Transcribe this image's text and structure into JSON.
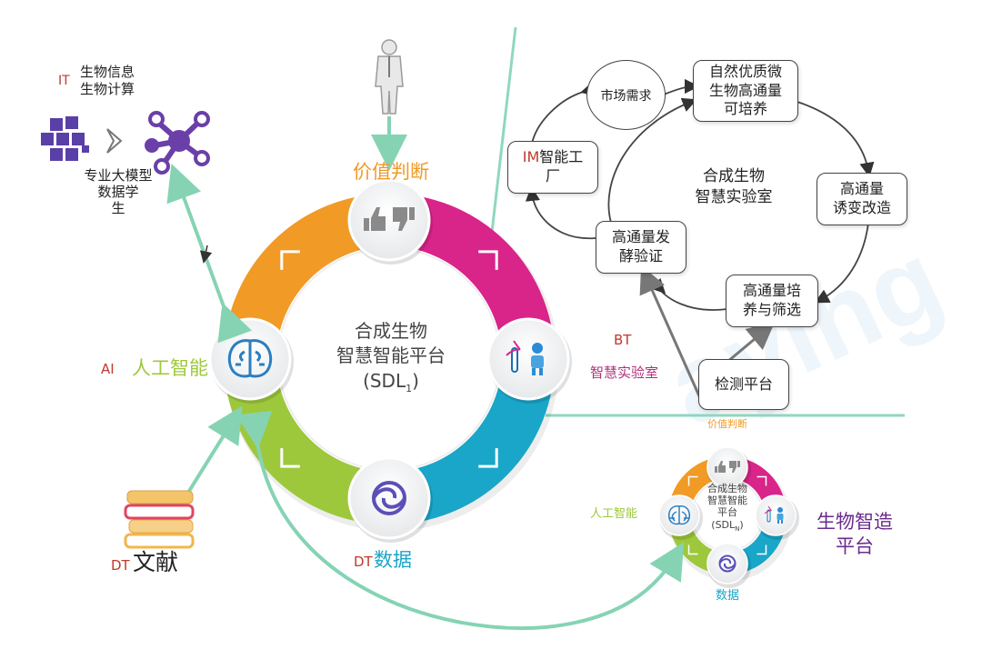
{
  "colors": {
    "orange": "#f19a26",
    "magenta": "#d9248a",
    "cyan": "#19a6c8",
    "lime": "#9dc83c",
    "arrow": "#86d3b4",
    "divider": "#8fd7c0",
    "it_red": "#c0392b",
    "purple": "#6a3fa8",
    "bt_magenta": "#b0307a"
  },
  "left": {
    "it_prefix": "IT",
    "it_line1": "生物信息",
    "it_line2": "生物计算",
    "model_line1": "专业大模型",
    "model_line2": "数据学",
    "model_line3": "生",
    "value_judgment": "价值判断",
    "ai_prefix": "AI",
    "ai_label": "人工智能",
    "dt_prefix": "DT",
    "literature": "文献",
    "data_prefix": "DT",
    "data_label": "数据",
    "center_line1": "合成生物",
    "center_line2": "智慧智能平台",
    "center_line3": "(SDL",
    "center_sub": "1",
    "center_close": ")"
  },
  "lab": {
    "market": "市场需求",
    "natural_line1": "自然优质微",
    "natural_line2": "生物高通量",
    "natural_line3": "可培养",
    "mutagenesis_line1": "高通量",
    "mutagenesis_line2": "诱变改造",
    "screening_line1": "高通量培",
    "screening_line2": "养与筛选",
    "fermentation_line1": "高通量发",
    "fermentation_line2": "酵验证",
    "factory_prefix": "IM",
    "factory_line1": "智能工",
    "factory_line2": "厂",
    "lab_center_line1": "合成生物",
    "lab_center_line2": "智慧实验室",
    "bt_prefix": "BT",
    "bt_label": "智慧实验室",
    "detection": "检测平台"
  },
  "small": {
    "value_judgment": "价值判断",
    "ai_label": "人工智能",
    "center_line1": "合成生物",
    "center_line2": "智慧智能",
    "center_line3": "平台",
    "center_line4": "(SDL",
    "center_sub": "N",
    "center_close": ")",
    "data_label": "数据",
    "manufacturing_line1": "生物智造",
    "manufacturing_line2": "平台"
  }
}
